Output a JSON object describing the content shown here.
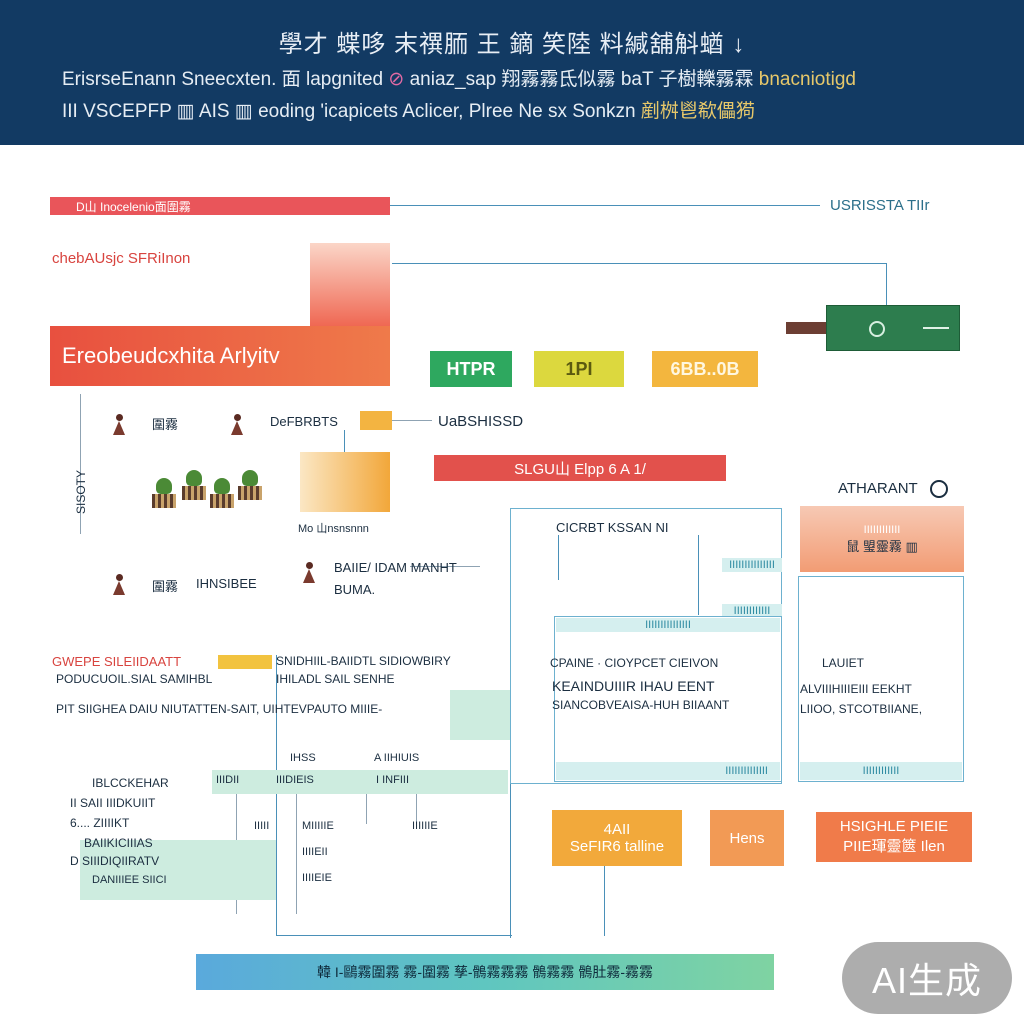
{
  "header": {
    "title": "學才 蝶哆 末禩胹 王 鏑 笑陸 料緘舖斛蝤 ↓",
    "line1": [
      "ErisrseEnann",
      "Sneecxten.",
      "面",
      "lapgnited",
      "⊘",
      "aniaz_sap",
      "翔霧霧氐似霧",
      "baT",
      "子樹轢霧霖",
      "bnacniotigd"
    ],
    "line2": [
      "III VSCEPFP",
      "▥ AIS",
      "▥",
      "eoding",
      "'icapicets",
      "Aclicer,",
      "Plree Ne sx",
      "Sonkzn",
      "剷桝鬯欷儡㺃"
    ]
  },
  "left": {
    "top_bar_label": "D山 Inocelenio面圍霧",
    "red_caption": "chebAUsjc SFRiInon",
    "big_bar_label": "Ereobeudcxhita Arlyitv",
    "vertical_label": "SISOTY",
    "item_a": "圍霧",
    "item_b": "DeFBRBTS",
    "item_c": "Mo 山nsnsnnn",
    "item_d": "圍霧",
    "item_e": "IHNSIBEE",
    "item_f": "BAIIE/ IDAM MANHT",
    "item_g": "BUMA.",
    "section_title": "GWEPE SILEIIDAATT",
    "section_sub": "PODUCUOIL.SIAL SAMIHBL",
    "section_col1": "SNIDHIIL-BAIIDTL SIDIOWBIRY",
    "section_col2": "IHILADL    SAIL SENHE",
    "section_row": "PIT   SIIGHEA DAIU NIUTATTEN-SAIT, UIHTEVPAUTO MIIIE-",
    "list_title": "IBLCCKEHAR",
    "list_lines": [
      "II SAII IIIDKUIIT",
      "6.... ZIIIIKT",
      "BAIIKICIIIAS",
      "D SIIIDIQIIRATV",
      "DANIIIEE SIICI"
    ],
    "timeline_labels": [
      "IIIDII",
      "IIIDIEIS",
      "I INFIII",
      "IHSS",
      "A IIHIUIS"
    ],
    "timeline_sub": [
      "IIIII",
      "MIIIIIE",
      "IIIIEII",
      "IIIIEIE",
      "IIIIIIE"
    ]
  },
  "middle": {
    "pills": [
      "HTPR",
      "1PI",
      "6BB..0B"
    ],
    "label_right_of_chip": "UaBSHISSD",
    "red_wide_label": "SLGU山 Elpp 6 A 1/",
    "panel_top_label": "CICRBT KSSAN NI",
    "panel_bar_labels": [
      "IIIIIIIIIIIIIII",
      "IIIIIIIIIIII",
      "IIIIIIIIIIIIIII"
    ],
    "panel_text_title": "CPAINE  · CIOYPCET CIEIVON",
    "panel_text_lines": [
      "KEAINDUIIIR IHAU EENT",
      "SIANCOBVEAISA-HUH BIIAANT"
    ],
    "panel_footer_label": "IIIIIIIIIIIIII",
    "orange_cards": [
      {
        "line1": "4AII",
        "line2": "SeFIR6 talline"
      },
      {
        "line1": "Hens",
        "line2": ""
      },
      {
        "line1": "HSIGHLE PIEIE",
        "line2": "PIIE琿靈篋 Ilen"
      }
    ]
  },
  "right": {
    "top_label": "USRISSTA TIIr",
    "art_label": "ATHARANT",
    "salmon_title": "IIIIIIIIIIII",
    "salmon_label": "鼠 琞靈霧 ▥",
    "lautet": "LAUIET",
    "lines": [
      "ALVIIIHIIIEIII EEKHT",
      "LIIOO, STCOTBIIANE,"
    ],
    "footer_label": "IIIIIIIIIIII"
  },
  "footer": {
    "label": "韓 I-鷗霧圍霧 霧-圍霧 孳-鶻霧霧霧 鶻霧霧 鶻肚霧-霧霧"
  },
  "watermark": "AI生成",
  "colors": {
    "header_bg": "#123a63",
    "red": "#e8503f",
    "orange": "#f2a93b",
    "green": "#2ea85f",
    "yellow": "#dcd83e",
    "teal_line": "#4a90b8",
    "mint": "#cdecdf"
  }
}
